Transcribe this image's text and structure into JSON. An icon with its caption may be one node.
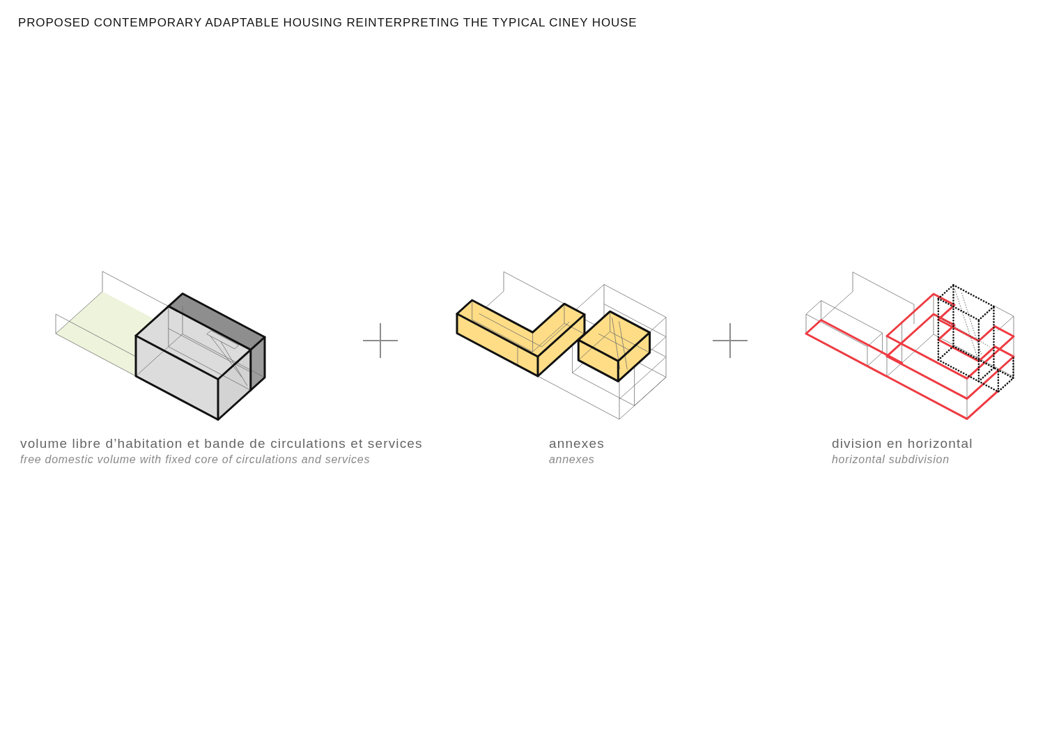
{
  "diagram": {
    "title": "PROPOSED CONTEMPORARY ADAPTABLE HOUSING REINTERPRETING THE TYPICAL CINEY HOUSE",
    "labels": [
      "volume libre d’habitation et bande de circulations et services",
      "free domestic volume with fixed core of circulations and services",
      "annexes",
      "annexes",
      "division en horizontal",
      "horizontal subdivision"
    ]
  }
}
